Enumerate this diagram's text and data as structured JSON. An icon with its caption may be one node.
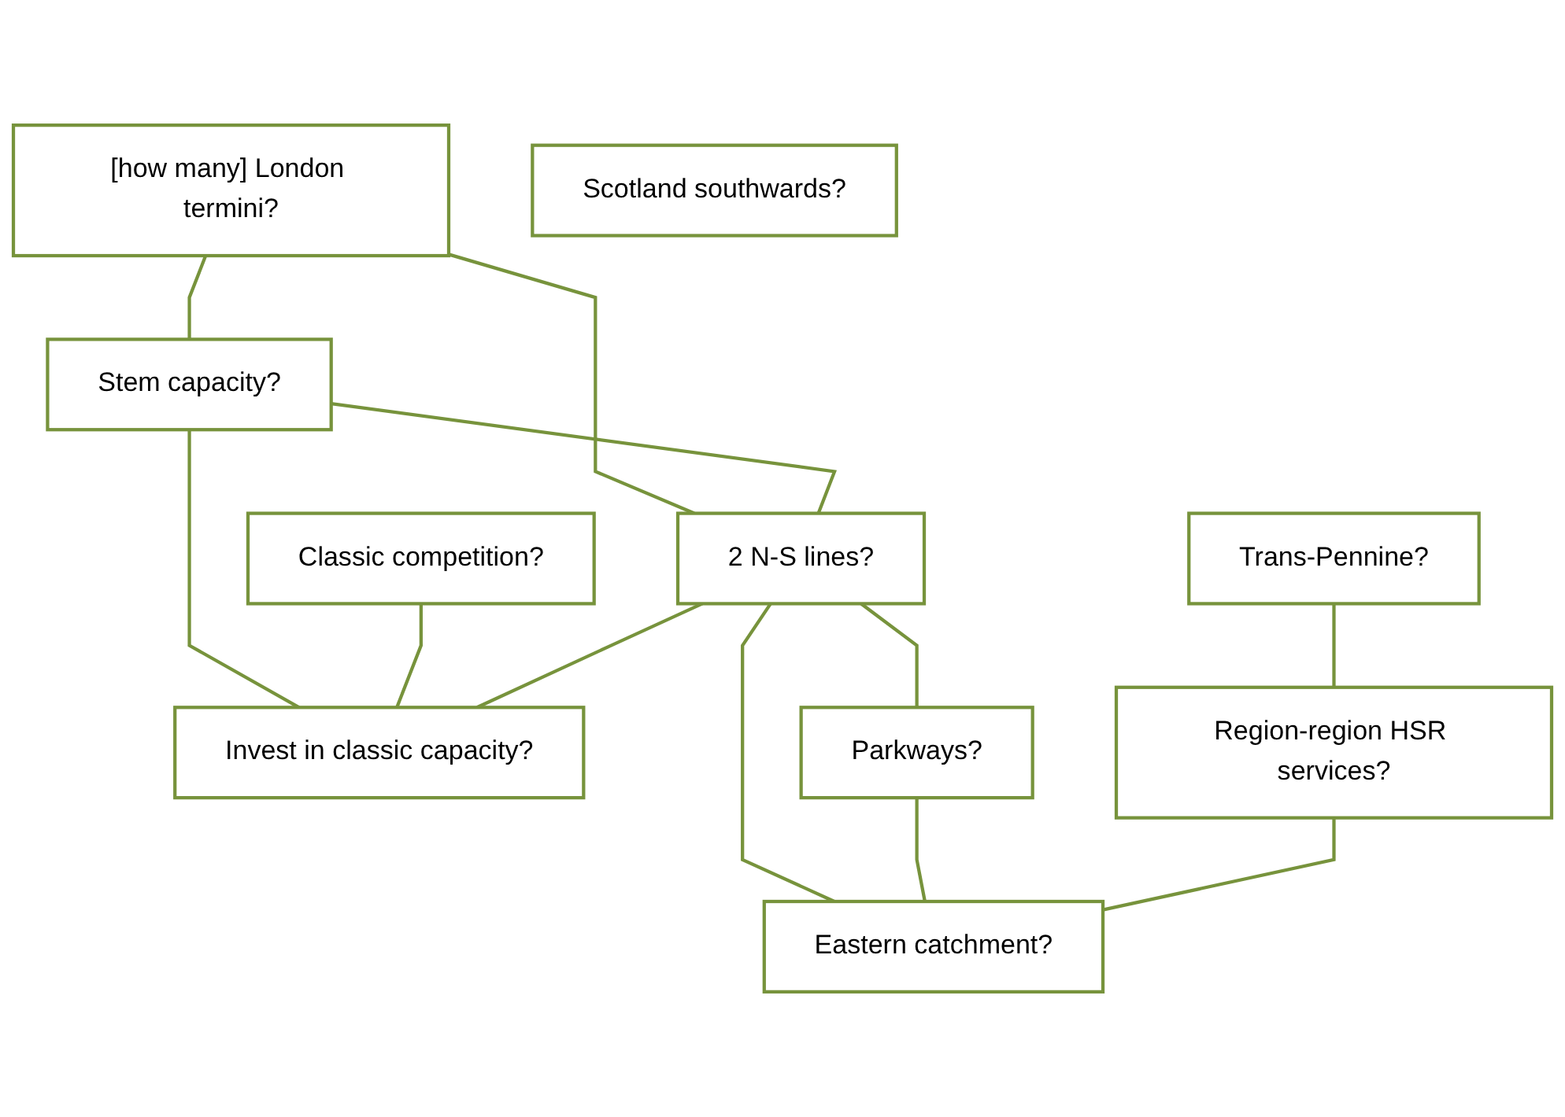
{
  "diagram": {
    "nodes": [
      {
        "text": [
          "[how many] London termini?"
        ]
      },
      {
        "text": [
          "Scotland southwards?"
        ]
      },
      {
        "text": [
          "Stem capacity?"
        ]
      },
      {
        "text": [
          "2 N-S lines?"
        ]
      },
      {
        "text": [
          "Trans-Pennine?"
        ]
      },
      {
        "text": [
          "Classic competition?"
        ]
      },
      {
        "text": [
          "Invest in classic capacity?"
        ]
      },
      {
        "text": [
          "Parkways?"
        ]
      },
      {
        "text": [
          "Region-region HSR services?"
        ]
      },
      {
        "text": [
          "Eastern catchment?"
        ]
      }
    ],
    "edges": [
      {
        "from": 0,
        "to": 2,
        "arrow": "none"
      },
      {
        "from": 0,
        "to": 3,
        "arrow": "none"
      },
      {
        "from": 2,
        "to": 3,
        "arrow": "none"
      },
      {
        "from": 2,
        "to": 6,
        "arrow": "none"
      },
      {
        "from": 5,
        "to": 6,
        "arrow": "none"
      },
      {
        "from": 3,
        "to": 6,
        "arrow": "none"
      },
      {
        "from": 3,
        "to": 7,
        "arrow": "none"
      },
      {
        "from": 3,
        "to": 9,
        "arrow": "none"
      },
      {
        "from": 4,
        "to": 8,
        "arrow": "none"
      },
      {
        "from": 7,
        "to": 9,
        "arrow": "none"
      },
      {
        "from": 8,
        "to": 9,
        "arrow": "none"
      }
    ]
  }
}
